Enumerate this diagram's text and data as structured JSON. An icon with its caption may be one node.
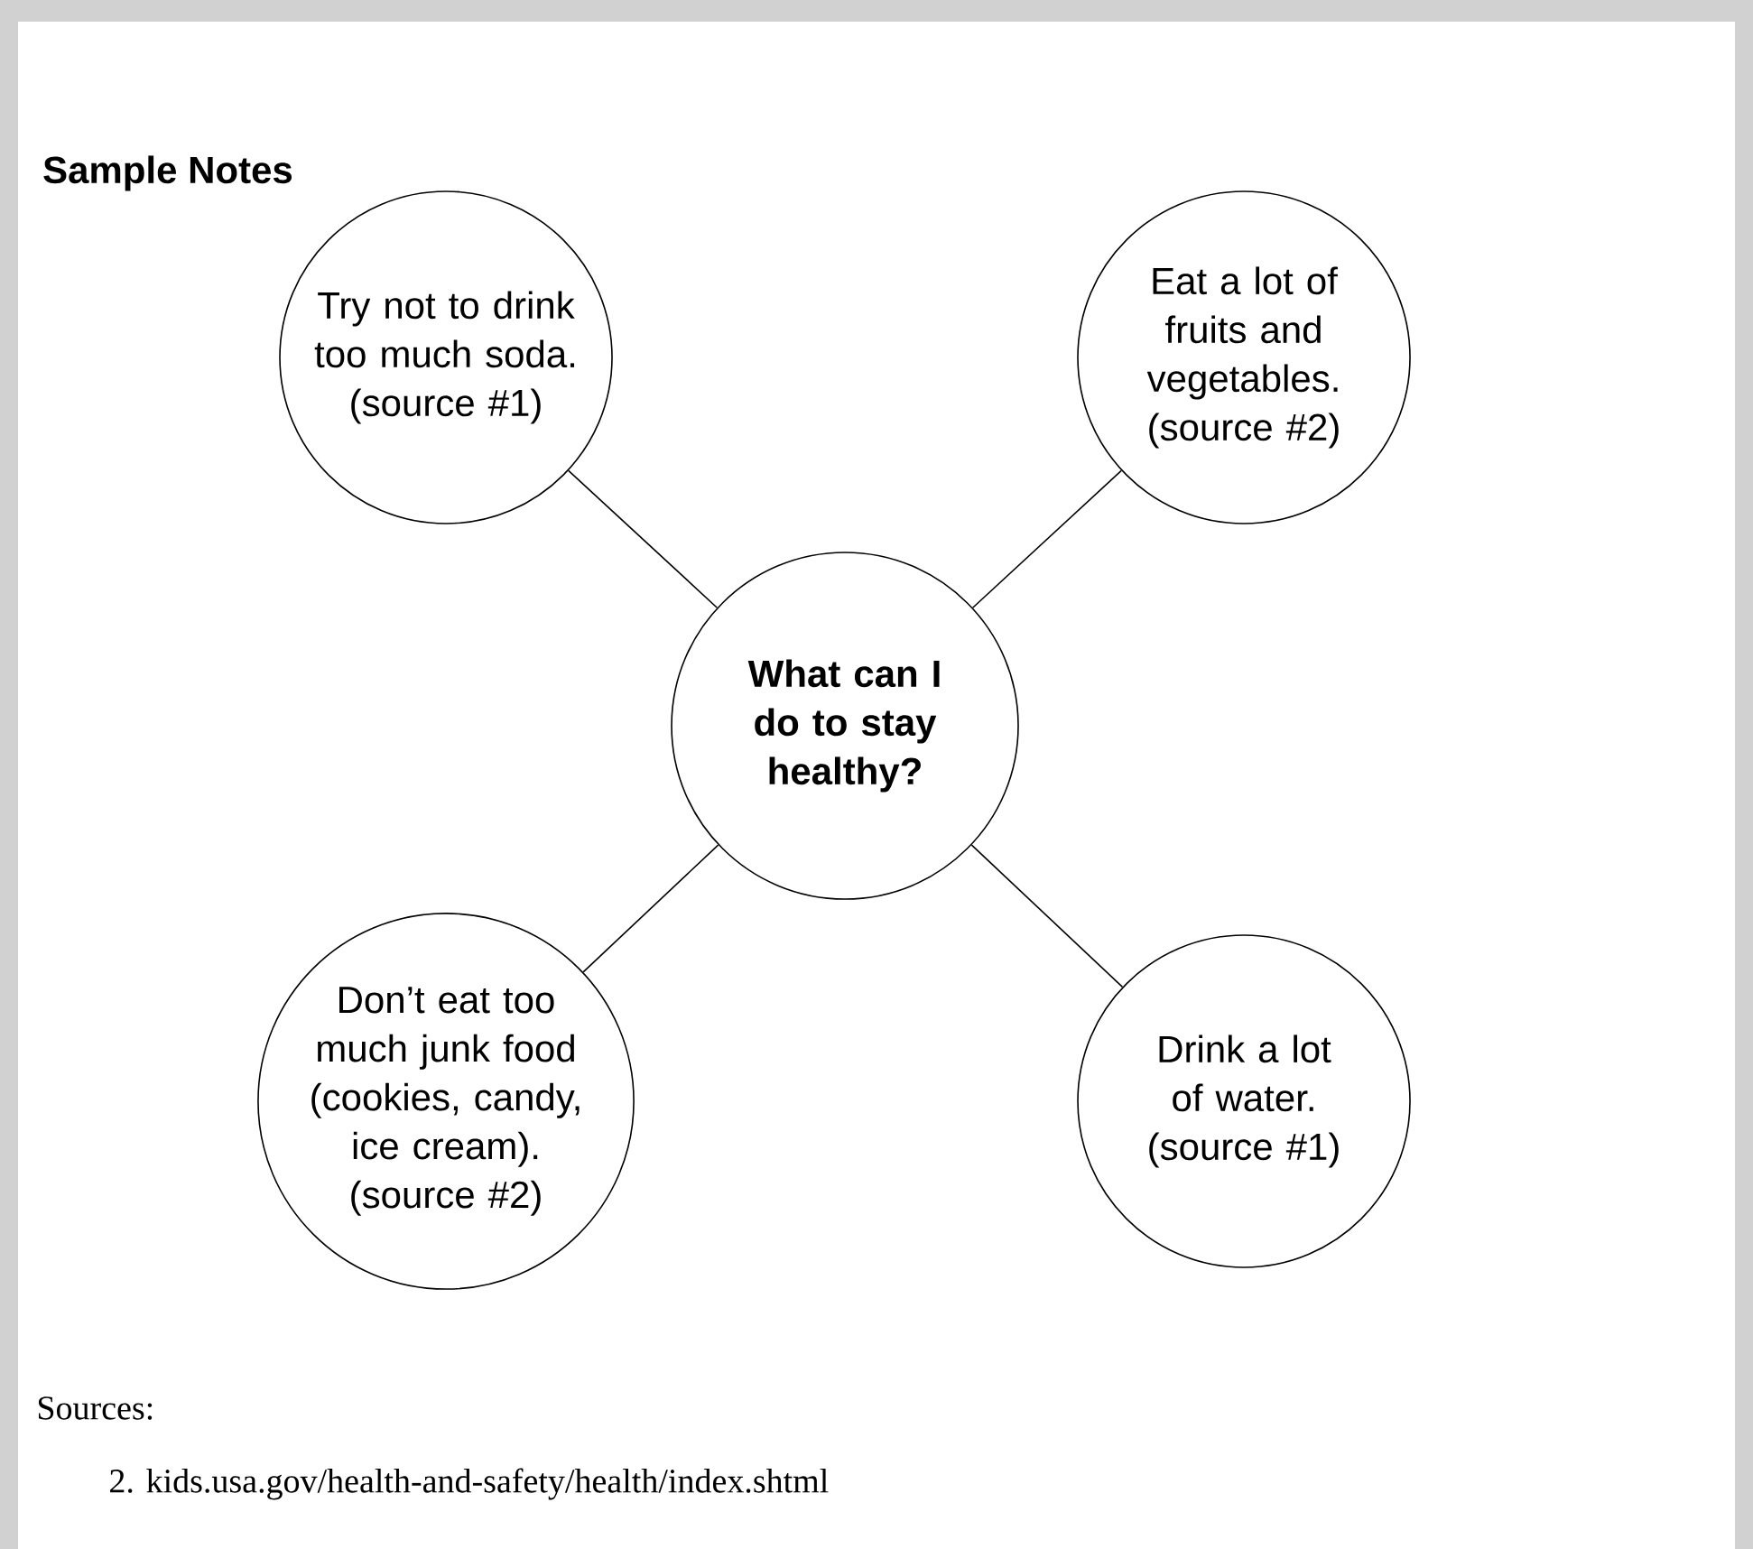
{
  "diagram": {
    "title": "Sample Notes",
    "nodes": [
      {
        "text": [
          "Try not to drink too much soda. (source #1)"
        ]
      },
      {
        "text": [
          "Eat a lot of fruits and vegetables. (source #2)"
        ]
      },
      {
        "text": [
          "What can I do to stay healthy?"
        ]
      },
      {
        "text": [
          "Don’t eat too much junk food (cookies, candy, ice cream). (source #2)"
        ]
      },
      {
        "text": [
          "Drink a lot of water. (source #1)"
        ]
      }
    ],
    "edges": [
      {
        "from": 2,
        "to": 0,
        "arrow": "none"
      },
      {
        "from": 2,
        "to": 1,
        "arrow": "none"
      },
      {
        "from": 2,
        "to": 3,
        "arrow": "none"
      },
      {
        "from": 2,
        "to": 4,
        "arrow": "none"
      }
    ],
    "labels": [
      "Sources:",
      "2.  kids.usa.gov/health-and-safety/health/index.shtml"
    ]
  }
}
